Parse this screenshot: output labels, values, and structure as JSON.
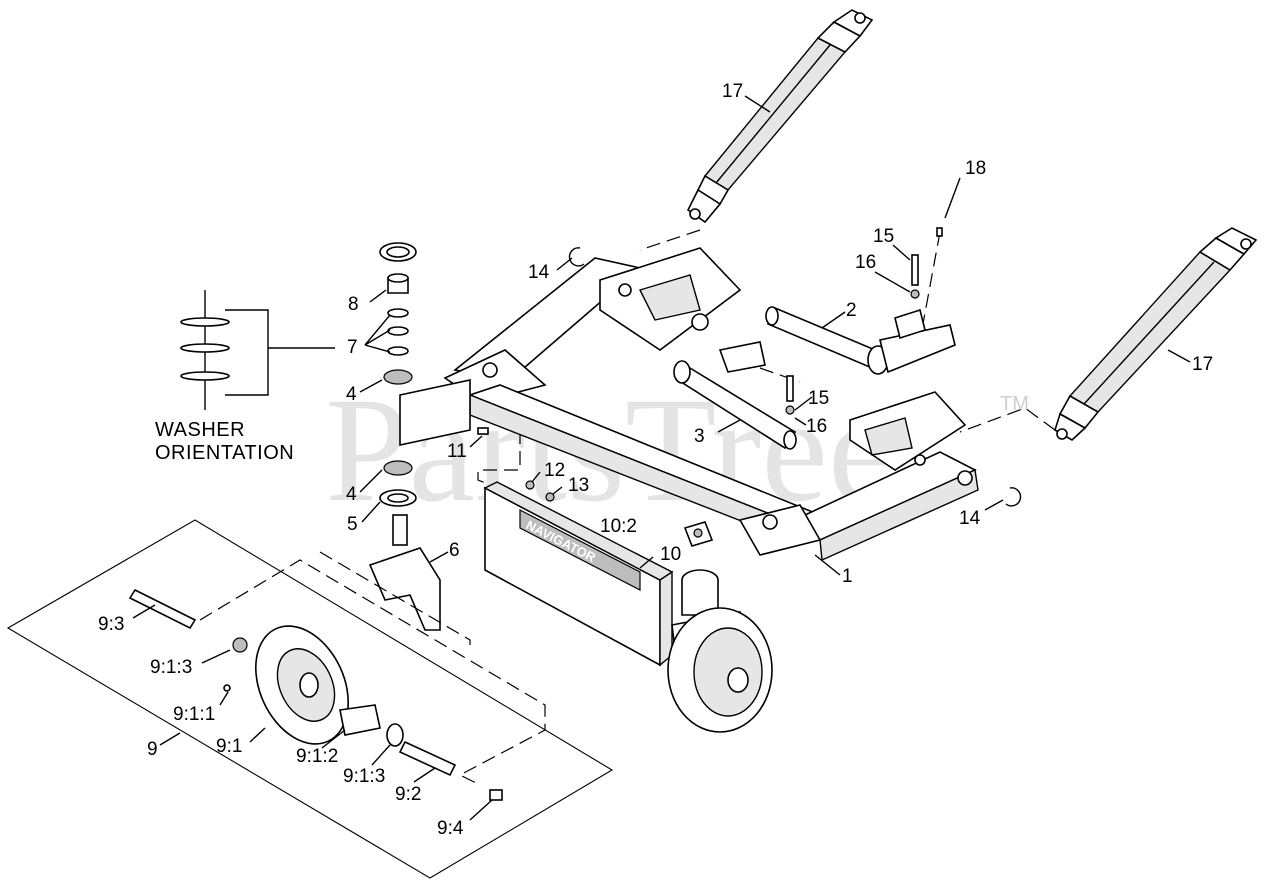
{
  "watermark": {
    "text": "PartsTree",
    "mark": "TM"
  },
  "washer_note": {
    "line1": "WASHER",
    "line2": "ORIENTATION"
  },
  "frame_decal": "NAVIGATOR",
  "callouts": {
    "c1": "1",
    "c2": "2",
    "c3": "3",
    "c4a": "4",
    "c4b": "4",
    "c5": "5",
    "c6": "6",
    "c7": "7",
    "c8": "8",
    "c9": "9",
    "c9_1": "9:1",
    "c9_1_1": "9:1:1",
    "c9_1_2": "9:1:2",
    "c9_1_3a": "9:1:3",
    "c9_1_3b": "9:1:3",
    "c9_2": "9:2",
    "c9_3": "9:3",
    "c9_4": "9:4",
    "c10": "10",
    "c10_2": "10:2",
    "c11": "11",
    "c12": "12",
    "c13": "13",
    "c14a": "14",
    "c14b": "14",
    "c15a": "15",
    "c15b": "15",
    "c16a": "16",
    "c16b": "16",
    "c17a": "17",
    "c17b": "17",
    "c18": "18"
  }
}
